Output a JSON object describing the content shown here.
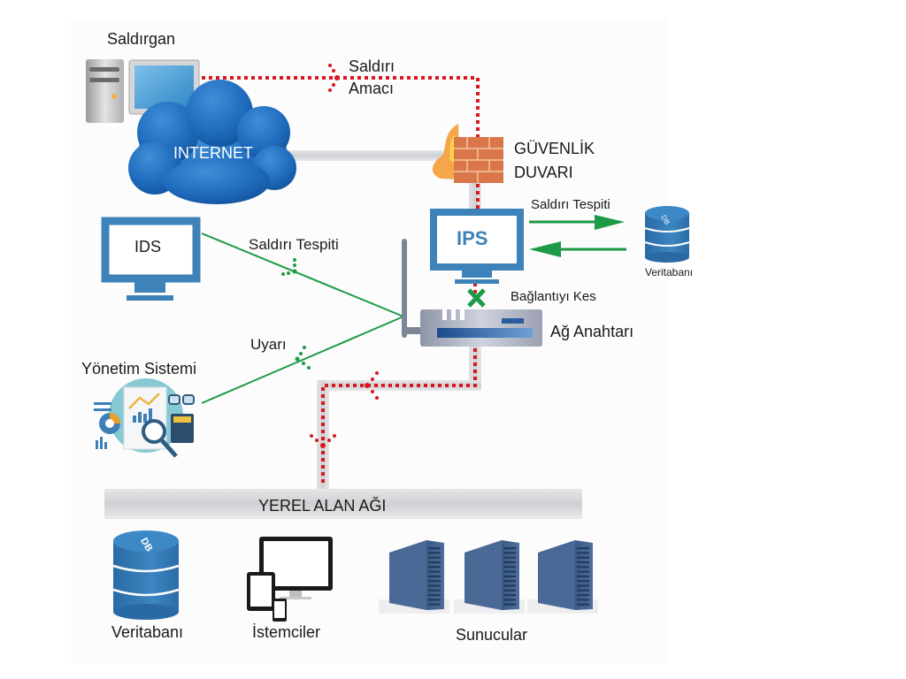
{
  "diagram": {
    "title": "IDS / IPS network security diagram",
    "nodes": {
      "attacker": {
        "label": "Saldırgan",
        "icon": "desktop-computer-icon"
      },
      "internet": {
        "label": "INTERNET",
        "icon": "cloud-icon"
      },
      "firewall": {
        "label_line1": "GÜVENLİK",
        "label_line2": "DUVARI",
        "icon": "firewall-icon"
      },
      "ips": {
        "label": "IPS",
        "icon": "monitor-icon"
      },
      "ips_database": {
        "label": "Veritabanı",
        "icon": "database-icon",
        "badge": "DB"
      },
      "ids": {
        "label": "IDS",
        "icon": "monitor-icon"
      },
      "switch": {
        "label": "Ağ Anahtarı",
        "icon": "network-switch-icon"
      },
      "management": {
        "label": "Yönetim Sistemi",
        "icon": "analytics-icon"
      },
      "lan": {
        "label": "YEREL ALAN AĞI"
      },
      "lan_database": {
        "label": "Veritabanı",
        "icon": "database-icon",
        "badge": "DB"
      },
      "clients": {
        "label": "İstemciler",
        "icon": "devices-icon"
      },
      "servers": {
        "label": "Sunucular",
        "icon": "server-tower-icon",
        "count": 3
      }
    },
    "edges": {
      "attack_target_line1": "Saldırı",
      "attack_target_line2": "Amacı",
      "ips_detection": "Saldırı Tespiti",
      "ids_detection": "Saldırı Tespiti",
      "alert": "Uyarı",
      "cut_connection": "Bağlantıyı Kes"
    },
    "colors": {
      "attack_path": "#d7191f",
      "signal_line": "#1c9a48",
      "monitor_blue": "#3d82b8",
      "pipe_gray": "#dcdcde",
      "db_blue": "#2f74ad",
      "server_blue": "#44628f"
    }
  }
}
